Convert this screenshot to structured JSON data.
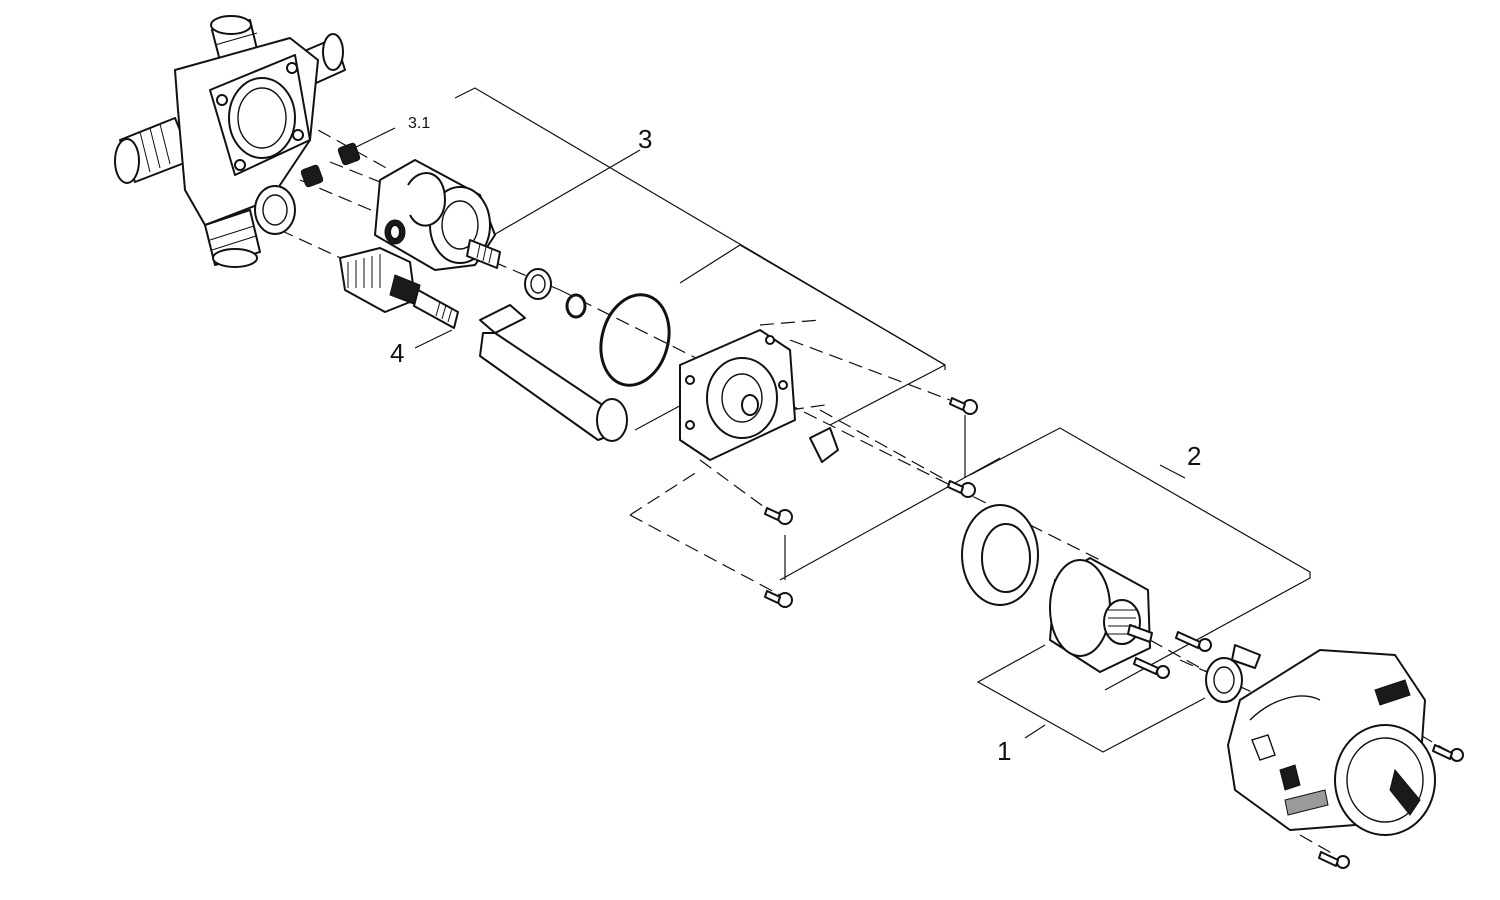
{
  "callouts": {
    "c1": "1",
    "c2": "2",
    "c3": "3",
    "c31": "3.1",
    "c4": "4"
  }
}
